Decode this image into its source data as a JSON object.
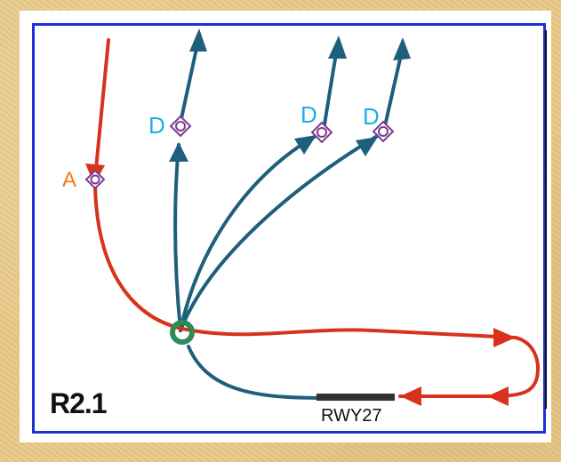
{
  "route_id": "R2.1",
  "runway_label": "RWY27",
  "fixes": [
    {
      "letter": "A",
      "role": "arrival"
    },
    {
      "letter": "D",
      "role": "departure"
    },
    {
      "letter": "D",
      "role": "departure"
    },
    {
      "letter": "D",
      "role": "departure"
    }
  ],
  "colors": {
    "arrival": "#d8321c",
    "departure": "#1f5f7e",
    "merge_point": "#2e8b57",
    "fix_marker": "#7a3b8f",
    "label_a": "#f07a1a",
    "label_d": "#1ab0e8",
    "frame": "#1d2fd8"
  }
}
